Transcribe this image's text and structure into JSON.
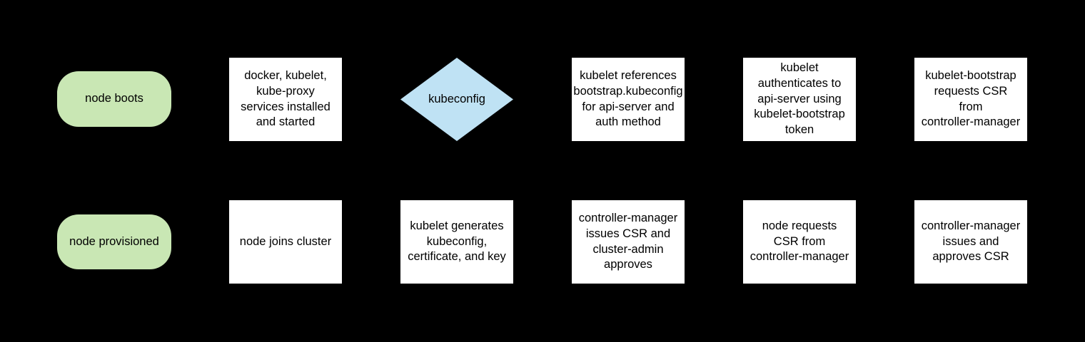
{
  "colors": {
    "background": "#000000",
    "terminator_fill": "#c9e7b4",
    "process_fill": "#ffffff",
    "decision_fill": "#bfe2f4",
    "text": "#000000"
  },
  "flowchart": {
    "row1": [
      {
        "type": "terminator",
        "label": "node boots"
      },
      {
        "type": "process",
        "label": [
          "docker, kubelet,",
          "kube-proxy",
          "services installed",
          "and started"
        ]
      },
      {
        "type": "decision",
        "label": "kubeconfig"
      },
      {
        "type": "process",
        "label": [
          "kubelet references",
          "bootstrap.kubeconfig",
          "for api-server and",
          "auth method"
        ]
      },
      {
        "type": "process",
        "label": [
          "kubelet",
          "authenticates to",
          "api-server using",
          "kubelet-bootstrap",
          "token"
        ]
      },
      {
        "type": "process",
        "label": [
          "kubelet-bootstrap",
          "requests CSR",
          "from",
          "controller-manager"
        ]
      }
    ],
    "row2": [
      {
        "type": "terminator",
        "label": "node provisioned"
      },
      {
        "type": "process",
        "label": "node joins cluster"
      },
      {
        "type": "process",
        "label": [
          "kubelet generates",
          "kubeconfig,",
          "certificate, and key"
        ]
      },
      {
        "type": "process",
        "label": [
          "controller-manager",
          "issues CSR and",
          "cluster-admin",
          "approves"
        ]
      },
      {
        "type": "process",
        "label": [
          "node requests",
          "CSR from",
          "controller-manager"
        ]
      },
      {
        "type": "process",
        "label": [
          "controller-manager",
          "issues and",
          "approves CSR"
        ]
      }
    ]
  }
}
